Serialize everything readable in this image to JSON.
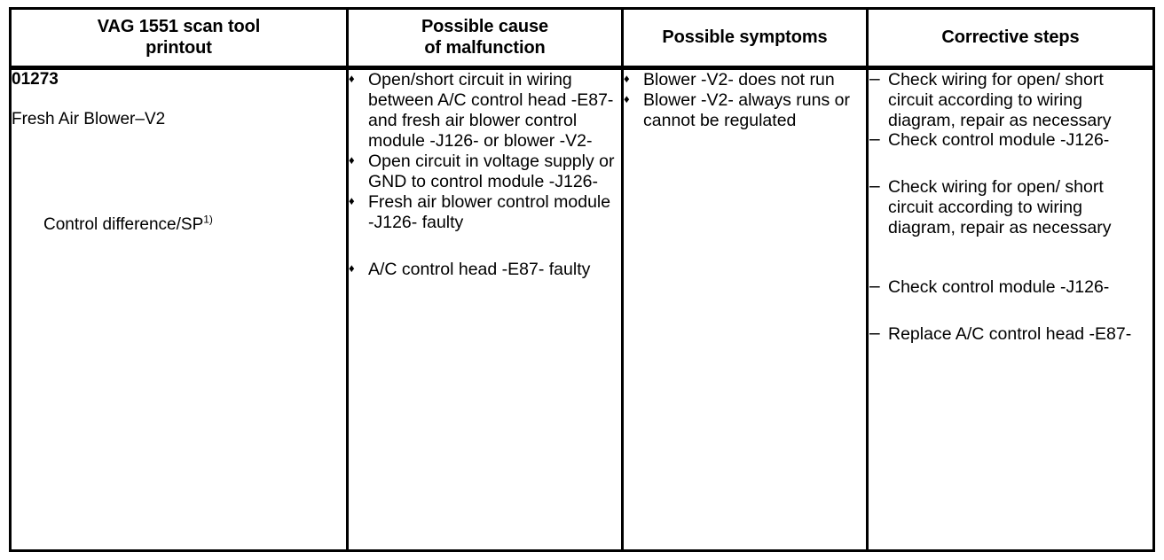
{
  "table": {
    "headers": [
      {
        "id": "printout",
        "label": "VAG 1551 scan tool\nprintout"
      },
      {
        "id": "cause",
        "label": "Possible cause\nof malfunction"
      },
      {
        "id": "symptoms",
        "label": "Possible symptoms"
      },
      {
        "id": "steps",
        "label": "Corrective steps"
      }
    ],
    "header_line1": {
      "printout": "VAG 1551 scan tool",
      "cause": "Possible cause",
      "symptoms": "Possible symptoms",
      "steps": "Corrective steps"
    },
    "header_line2": {
      "printout": "printout",
      "cause": "of malfunction"
    },
    "row": {
      "printout": {
        "code": "01273",
        "fault_name": "Fresh Air Blower–V2",
        "detail": "Control difference/SP",
        "detail_sup": "1)"
      },
      "causes": {
        "bullet_glyph": "♦",
        "items": [
          "Open/short circuit in wiring between A/C control head -E87- and fresh air blower control module -J126- or blower -V2-",
          "Open circuit in voltage supply or GND to control module -J126-",
          "Fresh air blower control module -J126- faulty",
          "A/C control head -E87- faulty"
        ]
      },
      "symptoms": {
        "bullet_glyph": "♦",
        "items": [
          "Blower -V2- does not run",
          "Blower -V2- always runs or cannot be regulated"
        ]
      },
      "steps": {
        "bullet_glyph": "–",
        "items": [
          "Check wiring for open/ short circuit according to wiring diagram, repair as necessary",
          "Check control module -J126-",
          "Check wiring for open/ short circuit according to wiring diagram, repair as necessary",
          "Check control module -J126-",
          "Replace A/C control head -E87-"
        ]
      }
    }
  },
  "colors": {
    "border": "#000000",
    "text": "#000000",
    "background": "#ffffff"
  }
}
